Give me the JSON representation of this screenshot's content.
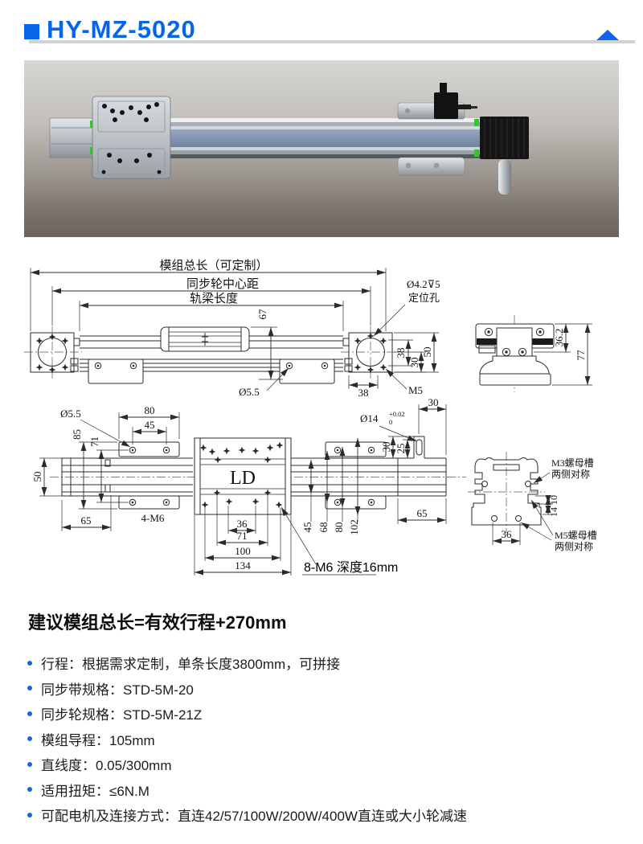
{
  "header": {
    "title": "HY-MZ-5020",
    "accent_color": "#0766e6"
  },
  "drawing_labels": {
    "top": {
      "total_length": "模组总长（可定制）",
      "pulley_center": "同步轮中心距",
      "rail_length": "轨梁长度",
      "d67": "67",
      "hole_line1": "Ø4.2⊽5",
      "hole_line2": "定位孔",
      "d55": "Ø5.5",
      "d38v": "38",
      "d30": "30",
      "d50": "50",
      "d38h": "38",
      "m5": "M5"
    },
    "side": {
      "d362": "36.2",
      "d77": "77"
    },
    "bottom": {
      "d55": "Ø5.5",
      "d80": "80",
      "d45": "45",
      "d85": "85",
      "d71": "71",
      "d50": "50",
      "d65": "65",
      "m6": "4-M6",
      "ld": "LD",
      "d36": "36",
      "d71b": "71",
      "d100": "100",
      "d134": "134",
      "v45": "45",
      "v68": "68",
      "v80": "80",
      "v102": "102",
      "d14": "Ø14",
      "tol_up": "+0.02",
      "tol_low": "0",
      "d30t": "30",
      "d30r": "30",
      "d25": "25",
      "d65r": "65",
      "m6b_main": "8-M6 ",
      "m6b_sub": "深度16mm"
    },
    "section": {
      "m3_line1": "M3螺母槽",
      "m3_line2": "两侧对称",
      "d10": "10",
      "d14": "14",
      "d36": "36",
      "m5_line1": "M5螺母槽",
      "m5_line2": "两侧对称"
    }
  },
  "specs": {
    "title": "建议模组总长=有效行程+270mm",
    "bullets": [
      "行程：根据需求定制，单条长度3800mm，可拼接",
      "同步带规格：STD-5M-20",
      "同步轮规格：STD-5M-21Z",
      "模组导程：105mm",
      "直线度：0.05/300mm",
      "适用扭矩：≤6N.M",
      "可配电机及连接方式：直连42/57/100W/200W/400W直连或大小轮减速"
    ],
    "bullet_color": "#1766dd"
  }
}
